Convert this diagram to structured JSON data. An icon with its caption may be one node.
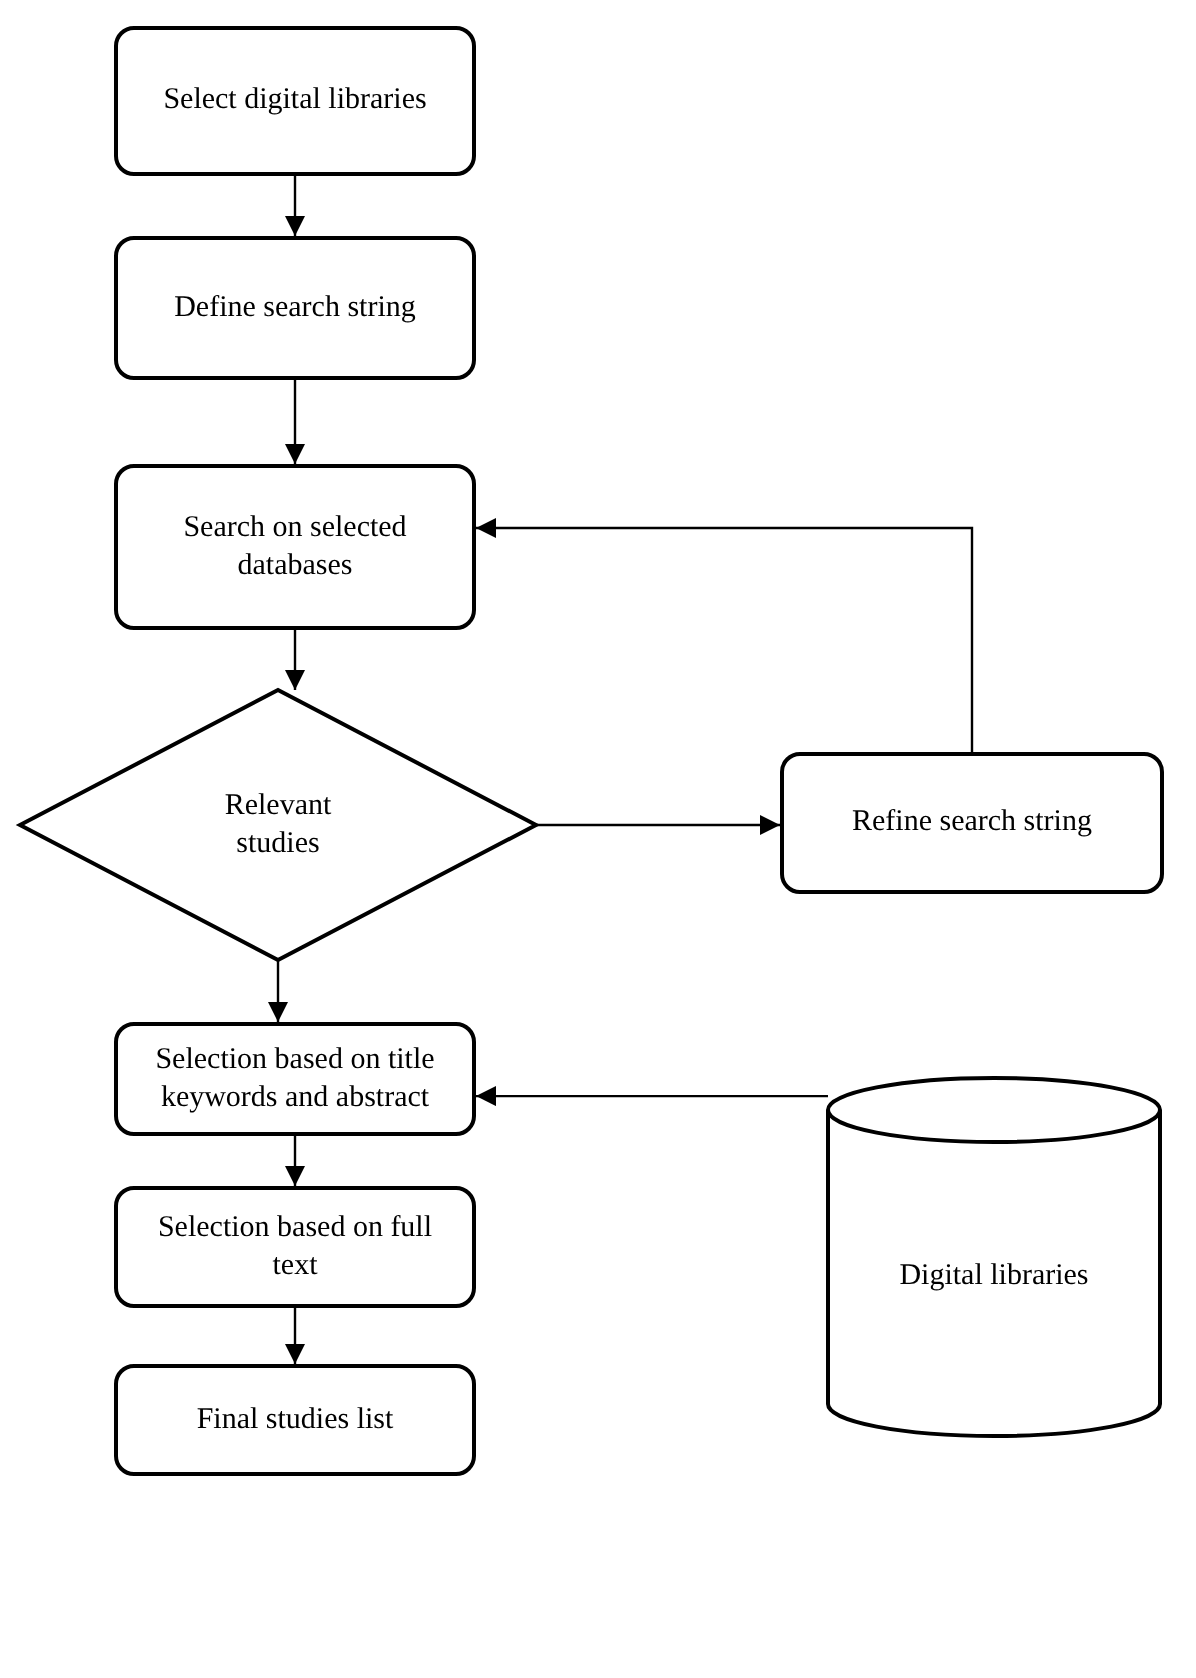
{
  "diagram": {
    "nodes": [
      {
        "text": [
          "Select digital libraries"
        ]
      },
      {
        "text": [
          "Define search string"
        ]
      },
      {
        "text": [
          "Search on selected databases"
        ]
      },
      {
        "text": [
          "Relevant studies"
        ]
      },
      {
        "text": [
          "Refine search string"
        ]
      },
      {
        "text": [
          "Selection based on title keywords and abstract"
        ]
      },
      {
        "text": [
          "Digital libraries"
        ]
      },
      {
        "text": [
          "Selection based on full text"
        ]
      },
      {
        "text": [
          "Final studies list"
        ]
      }
    ],
    "edges": [
      {
        "from": 0,
        "to": 1,
        "arrow": "to"
      },
      {
        "from": 1,
        "to": 2,
        "arrow": "to"
      },
      {
        "from": 2,
        "to": 3,
        "arrow": "to"
      },
      {
        "from": 3,
        "to": 4,
        "arrow": "to"
      },
      {
        "from": 4,
        "to": 2,
        "arrow": "to"
      },
      {
        "from": 3,
        "to": 5,
        "arrow": "to"
      },
      {
        "from": 6,
        "to": 5,
        "arrow": "to"
      },
      {
        "from": 5,
        "to": 7,
        "arrow": "to"
      },
      {
        "from": 7,
        "to": 8,
        "arrow": "to"
      }
    ]
  }
}
